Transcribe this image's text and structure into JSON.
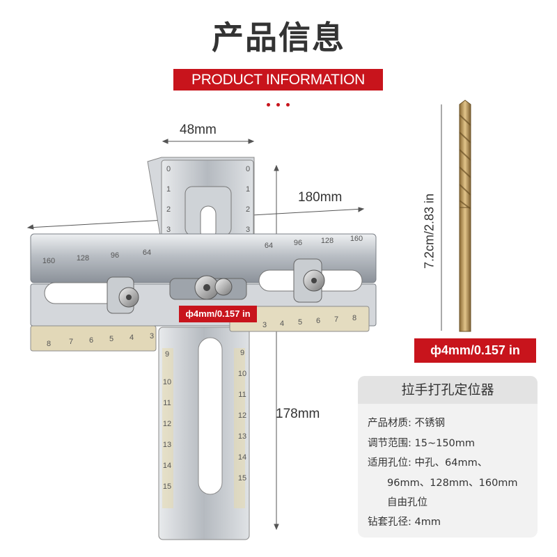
{
  "header": {
    "title": "产品信息",
    "subtitle": "PRODUCT INFORMATION"
  },
  "dimensions": {
    "width_top": "48mm",
    "length_horizontal": "180mm",
    "length_vertical": "178mm",
    "drill_length": "7.2cm/2.83 in"
  },
  "tool_labels": {
    "hole_size_tag": "ф4mm/0.157 in",
    "drill_tag": "ф4mm/0.157 in",
    "top_scale": [
      "0",
      "1",
      "2",
      "3"
    ],
    "horizontal_left_scale": [
      "160",
      "128",
      "96",
      "64"
    ],
    "horizontal_right_scale": [
      "64",
      "96",
      "128",
      "160"
    ],
    "lower_left_scale": [
      "8",
      "7",
      "6",
      "5",
      "4",
      "3"
    ],
    "lower_right_scale": [
      "3",
      "4",
      "5",
      "6",
      "7",
      "8"
    ],
    "vertical_left_scale": [
      "9",
      "10",
      "11",
      "12",
      "13",
      "14",
      "15"
    ],
    "vertical_right_scale": [
      "9",
      "10",
      "11",
      "12",
      "13",
      "14",
      "15"
    ]
  },
  "spec_card": {
    "title": "拉手打孔定位器",
    "lines": [
      "产品材质: 不锈钢",
      "调节范围: 15~150mm",
      "适用孔位: 中孔、64mm、",
      "96mm、128mm、160mm",
      "自由孔位",
      "钻套孔径: 4mm"
    ]
  },
  "colors": {
    "accent_red": "#c8141c",
    "drill_gold": "#b8955a",
    "steel": "#c9cdd2"
  }
}
